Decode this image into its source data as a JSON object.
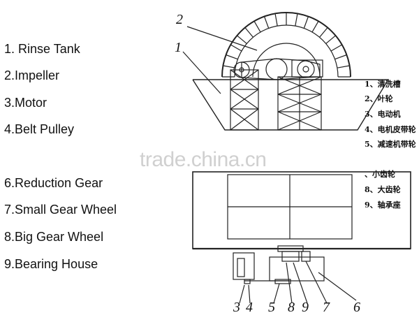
{
  "legend_en": [
    "1. Rinse Tank",
    "2.Impeller",
    "3.Motor",
    "4.Belt Pulley",
    "6.Reduction Gear",
    "7.Small Gear Wheel",
    "8.Big Gear Wheel",
    "9.Bearing House"
  ],
  "legend_cn": [
    "1、清洗槽",
    "2、叶轮",
    "3、电动机",
    "4、电机皮带轮",
    "5、减速机带轮",
    "、小齿轮",
    "8、大齿轮",
    "9、轴承座"
  ],
  "top_view_callouts": [
    "2",
    "1"
  ],
  "bottom_view_callouts": [
    "3",
    "4",
    "5",
    "8",
    "9",
    "7",
    "6"
  ],
  "watermark": "trade.china.cn"
}
